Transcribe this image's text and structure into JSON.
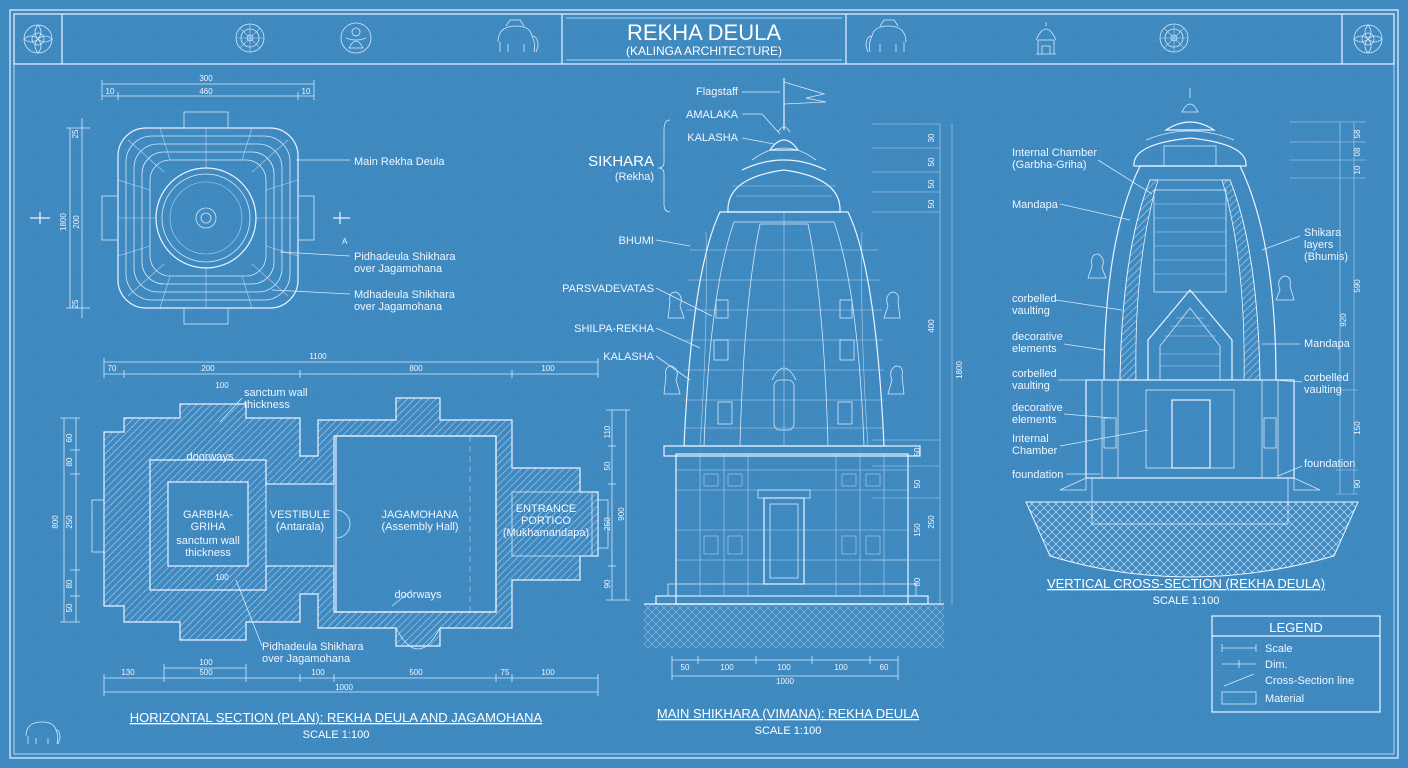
{
  "header": {
    "title": "REKHA DEULA",
    "subtitle": "(KALINGA ARCHITECTURE)"
  },
  "icons": [
    "lotus-rosette-icon",
    "mandala-icon",
    "deity-icon",
    "elephant-icon",
    "shrine-icon"
  ],
  "plan": {
    "title": "HORIZONTAL SECTION (PLAN): REKHA DEULA AND JAGAMOHANA",
    "scale": "SCALE 1:100",
    "labels": {
      "sanctum_wall_top": "sanctum wall\nthickness",
      "doorways_left": "doorways",
      "garbha": "GARBHA-\nGRIHA",
      "sanctum_wall_in": "sanctum wall\nthickness",
      "vestibule": "VESTIBULE\n(Antarala)",
      "jagamohana": "JAGAMOHANA\n(Assembly Hall)",
      "portico": "ENTRANCE\nPORTICO\n(Mukhamandapa)",
      "doorways_bottom": "doorways",
      "pidha": "Pidhadeula Shikhara\nover Jagamohana"
    },
    "dims_top": [
      "1100",
      "70",
      "200",
      "800",
      "100",
      "100"
    ],
    "dims_bottom": [
      "100",
      "100",
      "130",
      "500",
      "100",
      "500",
      "75",
      "100",
      "1000"
    ],
    "dims_left": [
      "60",
      "80",
      "800",
      "250",
      "80",
      "50",
      "100"
    ],
    "dims_right": [
      "110",
      "50",
      "250",
      "900",
      "90"
    ]
  },
  "top_plan": {
    "dims_top": [
      "300",
      "10",
      "460",
      "10"
    ],
    "dims_left": [
      "25",
      "1800",
      "200",
      "25"
    ],
    "section_mark": "A",
    "labels": {
      "main": "Main Rekha Deula",
      "pidha": "Pidhadeula Shikhara\nover Jagamohana",
      "madha": "Mdhadeula Shikhara\nover Jagamohana"
    }
  },
  "elevation": {
    "title": "MAIN SHIKHARA (VIMANA): REKHA DEULA",
    "scale": "SCALE 1:100",
    "labels": {
      "flagstaff": "Flagstaff",
      "amalaka": "AMALAKA",
      "kalasha_top": "KALASHA",
      "sikhara": "SIKHARA",
      "rekha": "(Rekha)",
      "bhumi": "BHUMI",
      "parsva": "PARSVADEVATAS",
      "shilpa": "SHILPA-REKHA",
      "kalasha": "KALASHA"
    },
    "dims_right": [
      "30",
      "50",
      "50",
      "50",
      "400",
      "1800",
      "50",
      "50",
      "250",
      "150",
      "80"
    ],
    "dims_bottom": [
      "50",
      "100",
      "100",
      "100",
      "60",
      "1000"
    ]
  },
  "section": {
    "title": "VERTICAL CROSS-SECTION (REKHA DEULA)",
    "scale": "SCALE 1:100",
    "labels_left": [
      "Internal Chamber\n(Garbha-Griha)",
      "Mandapa",
      "corbelled\nvaulting",
      "decorative\nelements",
      "corbelled\nvaulting",
      "decorative\nelements",
      "Internal\nChamber",
      "foundation"
    ],
    "labels_right": [
      "Shikara\nlayers\n(Bhumis)",
      "Mandapa",
      "corbelled\nvaulting",
      "foundation"
    ],
    "dims_right": [
      "58",
      "08",
      "10",
      "590",
      "920",
      "150",
      "90"
    ]
  },
  "legend": {
    "title": "LEGEND",
    "items": [
      "Scale",
      "Dim.",
      "Cross-Section line",
      "Material"
    ]
  }
}
